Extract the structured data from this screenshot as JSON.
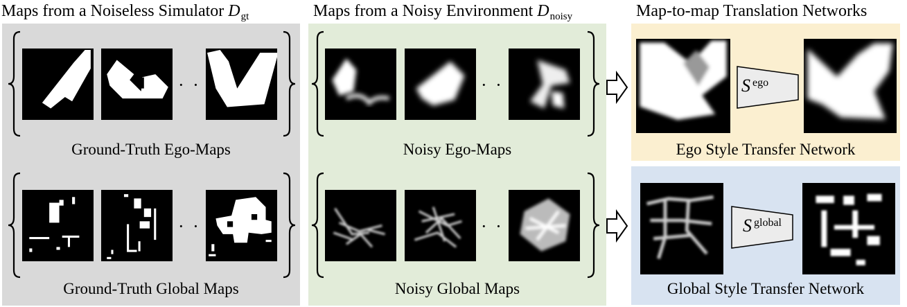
{
  "headings": {
    "gt": {
      "text": "Maps from a Noiseless Simulator ",
      "symbol": "D",
      "subscript": "gt"
    },
    "noisy": {
      "text": "Maps from a Noisy Environment ",
      "symbol": "D",
      "subscript": "noisy"
    },
    "networks": {
      "text": "Map-to-map Translation Networks"
    }
  },
  "captions": {
    "gt_ego": "Ground-Truth Ego-Maps",
    "gt_global": "Ground-Truth Global Maps",
    "noisy_ego": "Noisy Ego-Maps",
    "noisy_global": "Noisy Global Maps",
    "ego_net": "Ego Style Transfer Network",
    "global_net": "Global Style Transfer Network"
  },
  "networks": {
    "ego": {
      "symbol": "S",
      "superscript": "ego"
    },
    "global": {
      "symbol": "S",
      "superscript": "global"
    }
  },
  "ellipsis": "· · ·",
  "colors": {
    "gt_panel": "#d9d9d9",
    "noisy_panel": "#e2ecd9",
    "ego_net_panel": "#fbefd0",
    "global_net_panel": "#d8e3f1",
    "trapezoid": "#ececec"
  }
}
